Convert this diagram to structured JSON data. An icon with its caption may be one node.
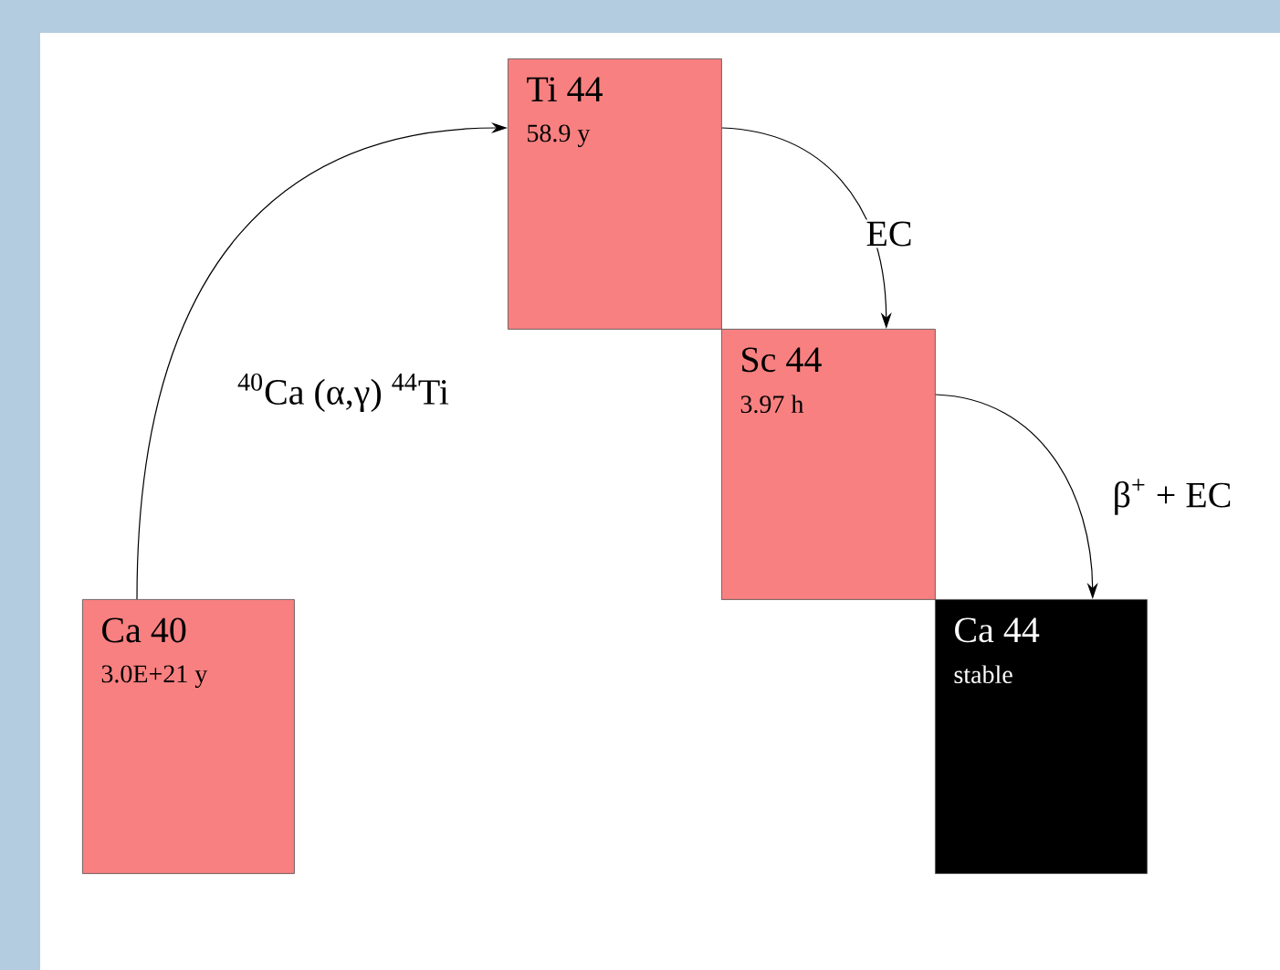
{
  "diagram": {
    "nodes": [
      {
        "text": [
          "Ca 40",
          "3.0E+21 y"
        ]
      },
      {
        "text": [
          "Ti 44",
          "58.9 y"
        ]
      },
      {
        "text": [
          "Sc 44",
          "3.97 h"
        ]
      },
      {
        "text": [
          "Ca 44",
          "stable"
        ]
      }
    ],
    "edges": [
      {
        "from": 0,
        "to": 1,
        "arrow": "to",
        "label": "$^{40}$Ca (α,γ) $^{44}$Ti"
      },
      {
        "from": 1,
        "to": 2,
        "arrow": "to",
        "label": "EC"
      },
      {
        "from": 2,
        "to": 3,
        "arrow": "to",
        "label": "β$^{+}$ + EC"
      }
    ]
  }
}
